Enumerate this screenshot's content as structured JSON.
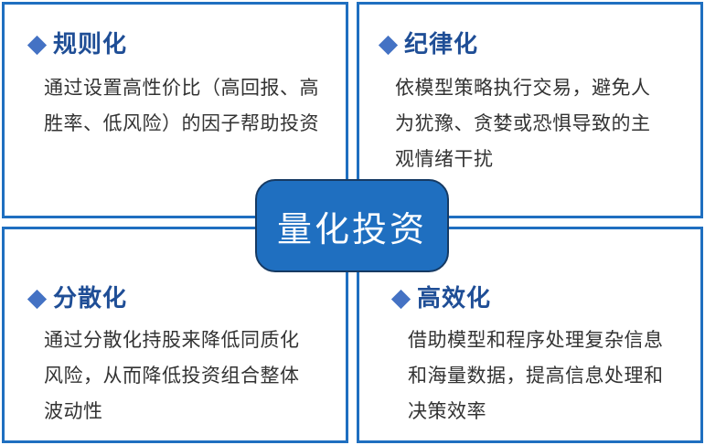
{
  "center": {
    "title": "量化投资"
  },
  "quadrants": {
    "top_left": {
      "title": "规则化",
      "text": "通过设置高性价比（高回报、高胜率、低风险）的因子帮助投资"
    },
    "top_right": {
      "title": "纪律化",
      "text": "依模型策略执行交易，避免人为犹豫、贪婪或恐惧导致的主观情绪干扰"
    },
    "bottom_left": {
      "title": "分散化",
      "text": "通过分散化持股来降低同质化风险，从而降低投资组合整体波动性"
    },
    "bottom_right": {
      "title": "高效化",
      "text": "借助模型和程序处理复杂信息和海量数据，提高信息处理和决策效率"
    }
  },
  "colors": {
    "border": "#1f6fc0",
    "center_fill": "#1f6fc0",
    "title": "#1f4e96",
    "diamond": "#4472c4",
    "text": "#333333"
  },
  "icons": {
    "bullet": "diamond-icon"
  }
}
